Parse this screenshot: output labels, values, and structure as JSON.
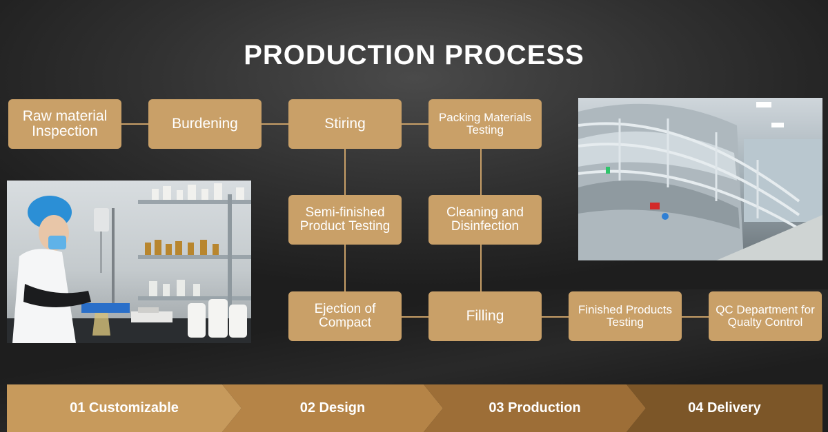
{
  "title": "PRODUCTION PROCESS",
  "process": {
    "raw_material": [
      "Raw material",
      "Inspection"
    ],
    "burdening": "Burdening",
    "stiring": "Stiring",
    "packing": [
      "Packing Materials",
      "Testing"
    ],
    "semi_finished": [
      "Semi-finished",
      "Product Testing"
    ],
    "cleaning": [
      "Cleaning and",
      "Disinfection"
    ],
    "ejection": [
      "Ejection of",
      "Compact"
    ],
    "filling": "Filling",
    "finished": [
      "Finished Products",
      "Testing"
    ],
    "qc": [
      "QC Department for",
      "Qualty Control"
    ]
  },
  "steps": [
    "01 Customizable",
    "02 Design",
    "03 Production",
    "04 Delivery"
  ],
  "colors": {
    "box": "#c9a068",
    "connector": "#c9a068",
    "step1": "#c79a5c",
    "step2": "#b58447",
    "step3": "#9d6e37",
    "step4": "#7c5628"
  }
}
